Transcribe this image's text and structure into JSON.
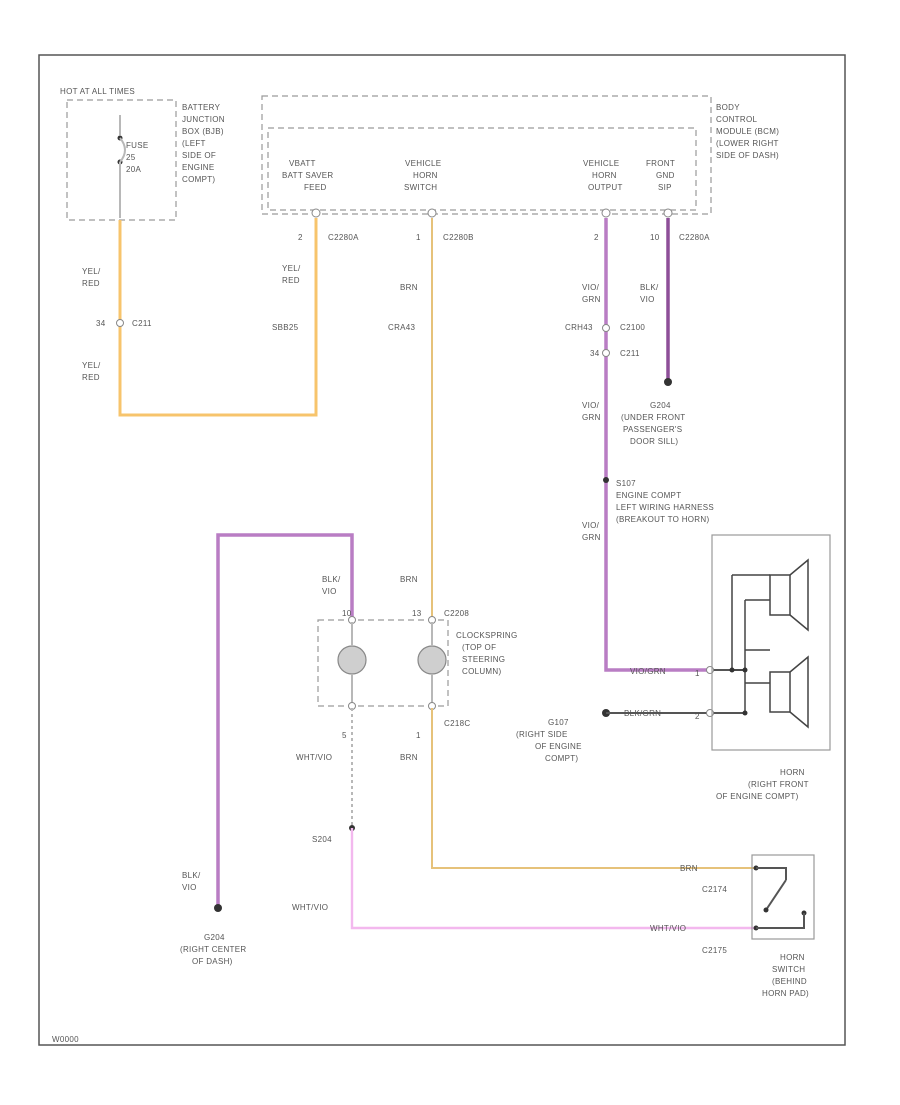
{
  "fuse_block": {
    "header": "HOT AT ALL TIMES",
    "name_lines": [
      "BATTERY",
      "JUNCTION",
      "BOX (BJB)",
      "(LEFT",
      "SIDE OF",
      "ENGINE",
      "COMPT)"
    ],
    "fuse_lines": [
      "FUSE",
      "25",
      "20A"
    ]
  },
  "bcm": {
    "name_lines": [
      "BODY",
      "CONTROL",
      "MODULE (BCM)",
      "(LOWER RIGHT",
      "SIDE OF DASH)"
    ],
    "pins": [
      {
        "label_lines": [
          "VBATT",
          "BATT SAVER",
          "FEED"
        ],
        "pin": "2",
        "connector": "C2280A"
      },
      {
        "label_lines": [
          "VEHICLE",
          "HORN",
          "SWITCH"
        ],
        "pin": "1",
        "connector": "C2280B"
      },
      {
        "label_lines": [
          "VEHICLE",
          "HORN",
          "OUTPUT"
        ],
        "pin": "2",
        "connector": ""
      },
      {
        "label_lines": [
          "FRONT",
          "GND",
          "SIP"
        ],
        "pin": "10",
        "connector": "C2280A"
      }
    ]
  },
  "wires": {
    "yel_red_1": [
      "YEL/",
      "RED"
    ],
    "yel_red_2": [
      "YEL/",
      "RED"
    ],
    "yel_red_3": [
      "YEL/",
      "RED"
    ],
    "sbb25": "SBB25",
    "brn_1": "BRN",
    "cra43": "CRA43",
    "vio_grn_1": [
      "VIO/",
      "GRN"
    ],
    "blk_vio_1": [
      "BLK/",
      "VIO"
    ],
    "crh43": "CRH43",
    "vio_grn_2": [
      "VIO/",
      "GRN"
    ],
    "vio_grn_3": [
      "VIO/",
      "GRN"
    ],
    "blk_vio_2": [
      "BLK/",
      "VIO"
    ],
    "brn_2": "BRN",
    "wht_vio_1": "WHT/VIO",
    "brn_3": "BRN",
    "blk_vio_3": [
      "BLK/",
      "VIO"
    ],
    "wht_vio_2": "WHT/VIO",
    "brn_4": "BRN",
    "wht_vio_3": "WHT/VIO",
    "vio_grn_4": "VIO/GRN",
    "blk_grn": "BLK/GRN"
  },
  "connectors": {
    "c211_pin": "34",
    "c211": "C211",
    "c2100": "C2100",
    "c211b_pin": "34",
    "c211b": "C211",
    "c2208_pins": [
      "10",
      "13"
    ],
    "c2208": "C2208",
    "c218_pins": [
      "5",
      "1"
    ],
    "c218": "C218C",
    "c2174": "C2174",
    "c2175": "C2175",
    "horn_pin_1": "1",
    "horn_pin_2": "2"
  },
  "grounds": {
    "g204": [
      "G204",
      "(UNDER FRONT",
      "PASSENGER'S",
      "DOOR SILL)"
    ],
    "s107": [
      "S107",
      "ENGINE COMPT",
      "LEFT WIRING HARNESS",
      "(BREAKOUT TO HORN)"
    ],
    "g107": [
      "G107",
      "(RIGHT SIDE",
      "OF ENGINE",
      "COMPT)"
    ],
    "g204b": [
      "G204",
      "(RIGHT CENTER",
      "OF DASH)"
    ],
    "s204": "S204"
  },
  "components": {
    "clockspring": [
      "CLOCKSPRING",
      "(TOP OF",
      "STEERING",
      "COLUMN)"
    ],
    "horn": [
      "HORN",
      "(RIGHT FRONT",
      "OF ENGINE COMPT)"
    ],
    "horn_switch": [
      "HORN",
      "SWITCH",
      "(BEHIND",
      "HORN PAD)"
    ]
  },
  "footer_code": "W0000"
}
